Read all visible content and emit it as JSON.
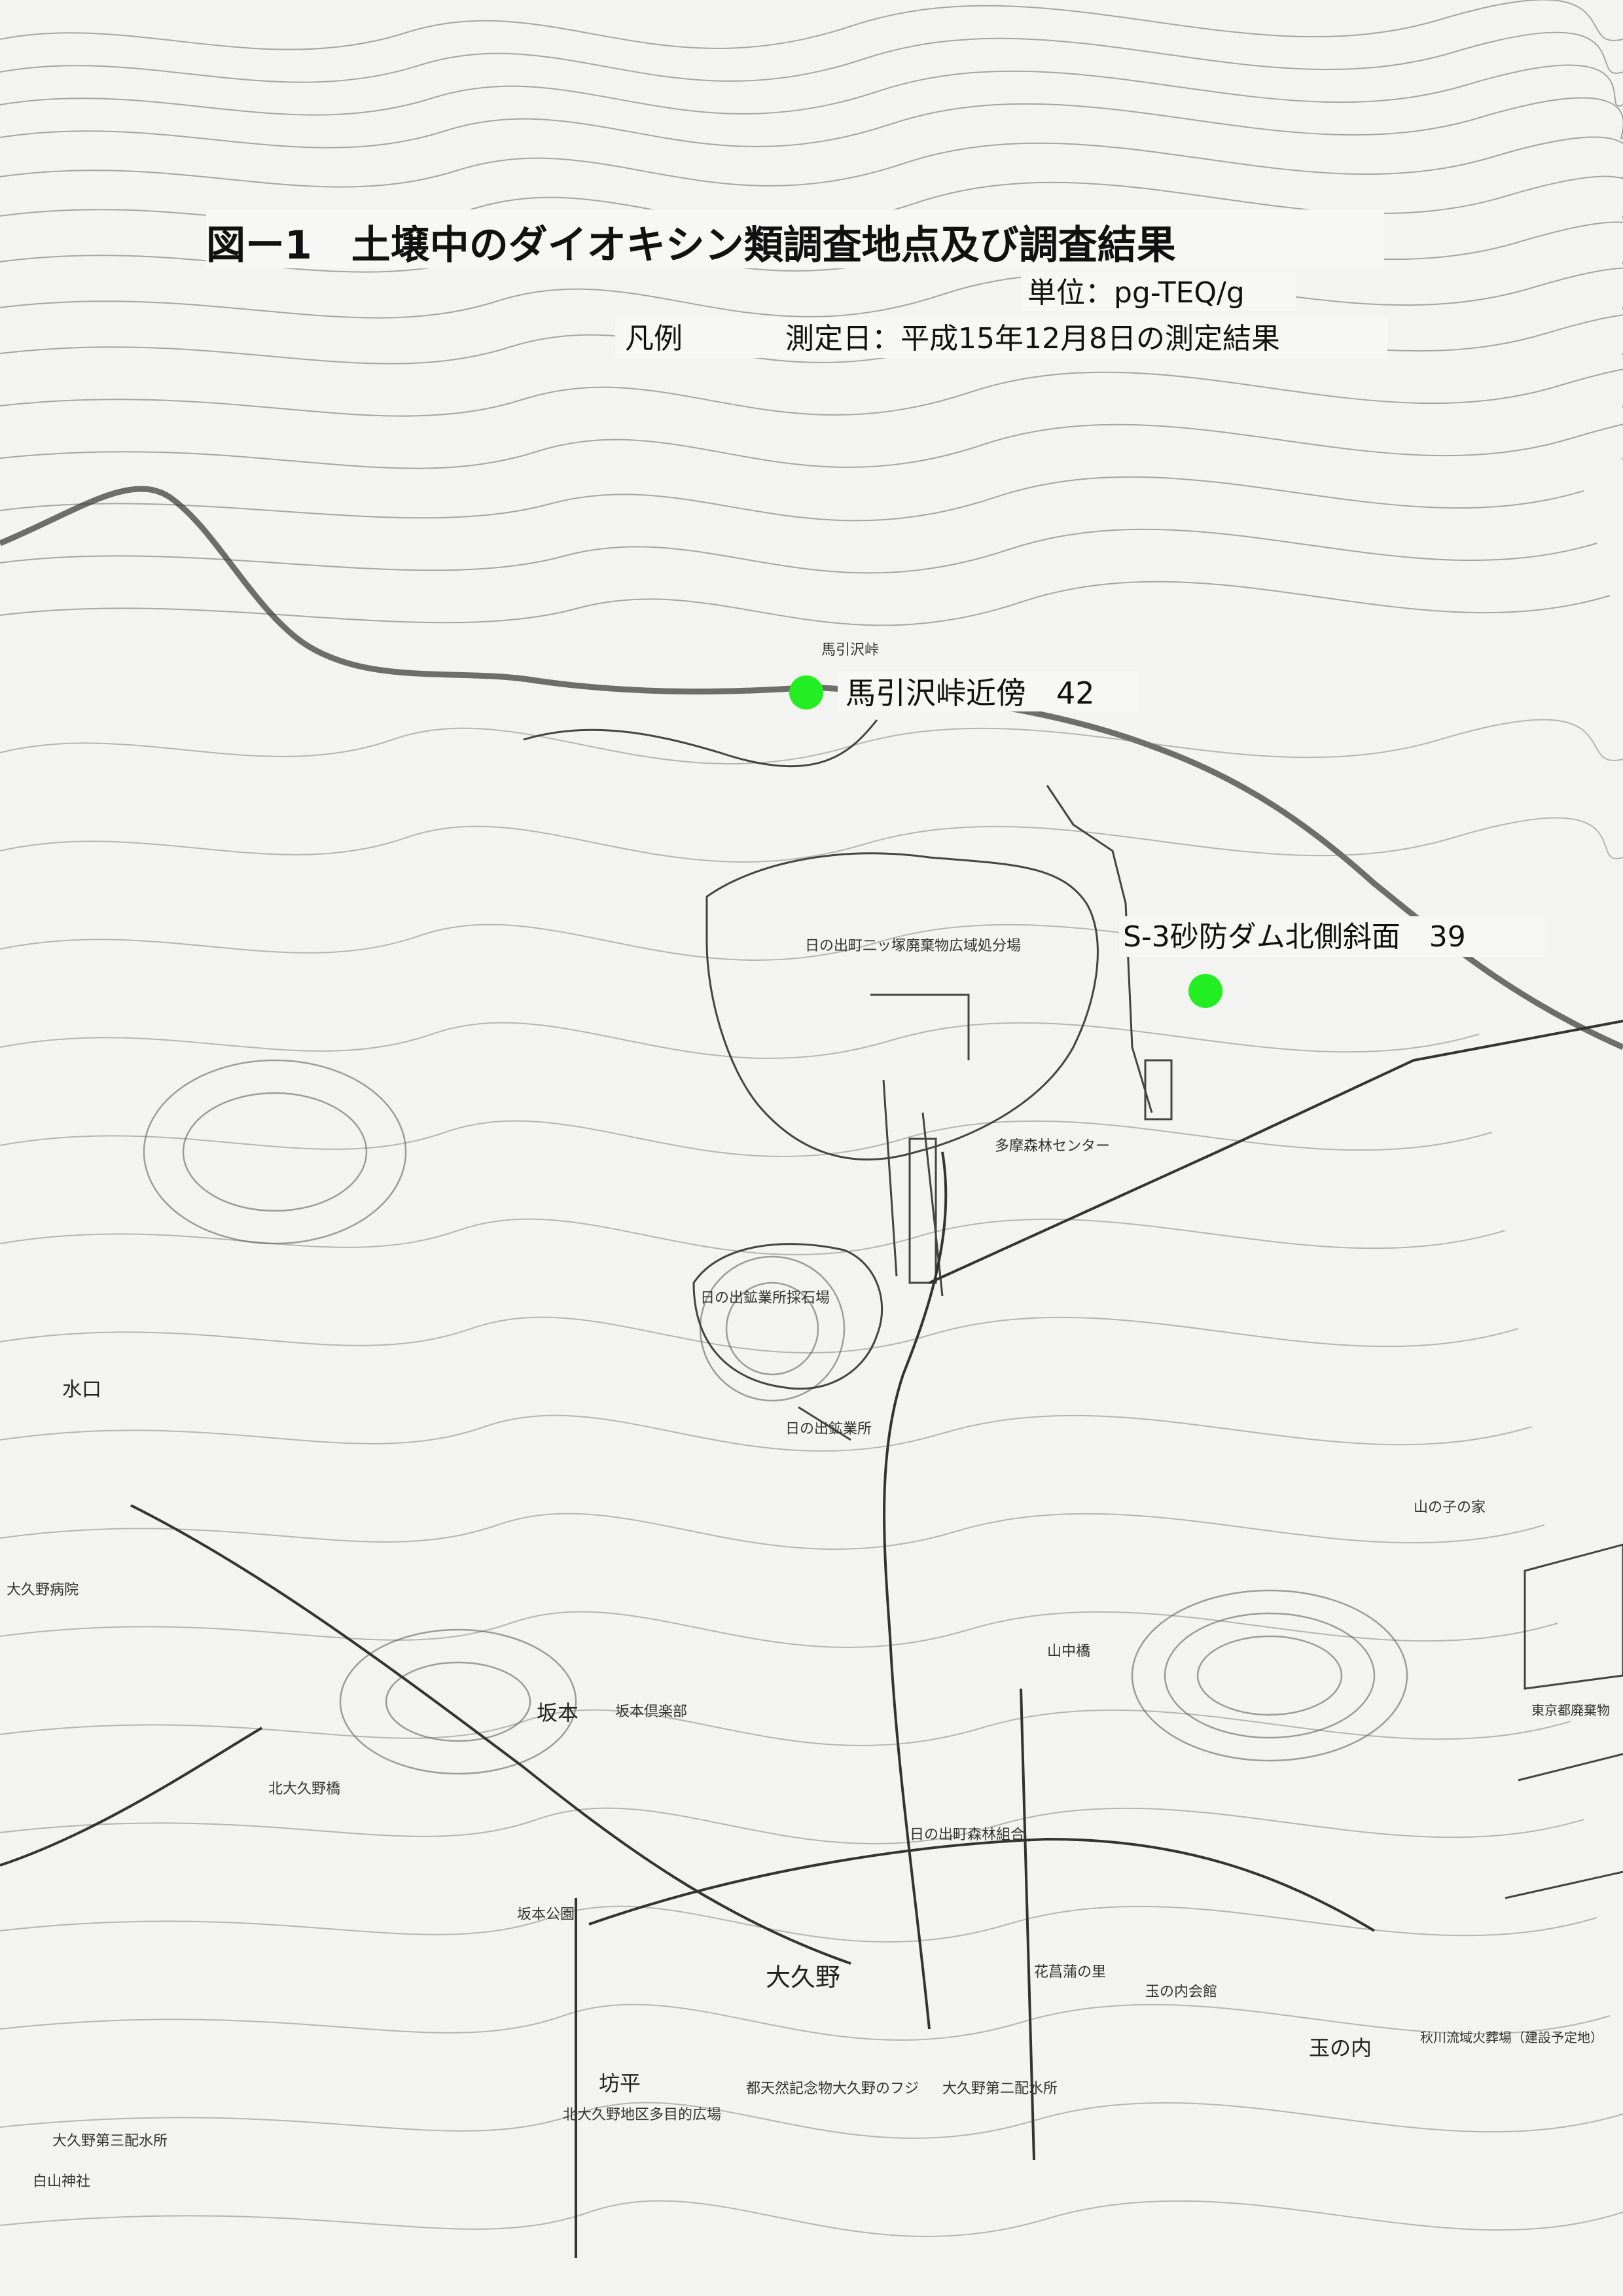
{
  "title": "図ー1　土壌中のダイオキシン類調査地点及び調査結果",
  "unit": "単位：pg-TEQ/g",
  "legend": {
    "label": "凡例",
    "text": "測定日：平成15年12月8日の測定結果"
  },
  "marker_color": "#22ee22",
  "sites": [
    {
      "label": "馬引沢峠近傍　42",
      "value": 42
    },
    {
      "label": "S-3砂防ダム北側斜面　39",
      "value": 39
    }
  ],
  "places": {
    "umahikisawa": "馬引沢峠",
    "landfill": "日の出町二ッ塚廃棄物広域処分場",
    "tama_center": "多摩森林センター",
    "quarry": "日の出鉱業所採石場",
    "quarry_office": "日の出鉱業所",
    "mizuguchi": "水口",
    "yamanokoya": "山の子の家",
    "okuno_hospital": "大久野病院",
    "sakamoto": "坂本",
    "sakamoto_club": "坂本倶楽部",
    "yamanaka_bridge": "山中橋",
    "kita_okuno": "北大久野橋",
    "okuno": "大久野",
    "forest_union": "日の出町森林組合",
    "hanashobu": "花菖蒲の里",
    "tamanouchi": "玉の内",
    "tamanouchi_hall": "玉の内会館",
    "bohira": "坊平",
    "bohira_plaza": "北大久野地区多目的広場",
    "fuji": "都天然記念物大久野のフジ",
    "water2": "大久野第二配水所",
    "water3": "大久野第三配水所",
    "hakusan": "白山神社",
    "tokyo_facility": "東京都廃棄物",
    "akigawa": "秋川流域火葬場（建設予定地）",
    "sakamoto_park": "坂本公園"
  }
}
